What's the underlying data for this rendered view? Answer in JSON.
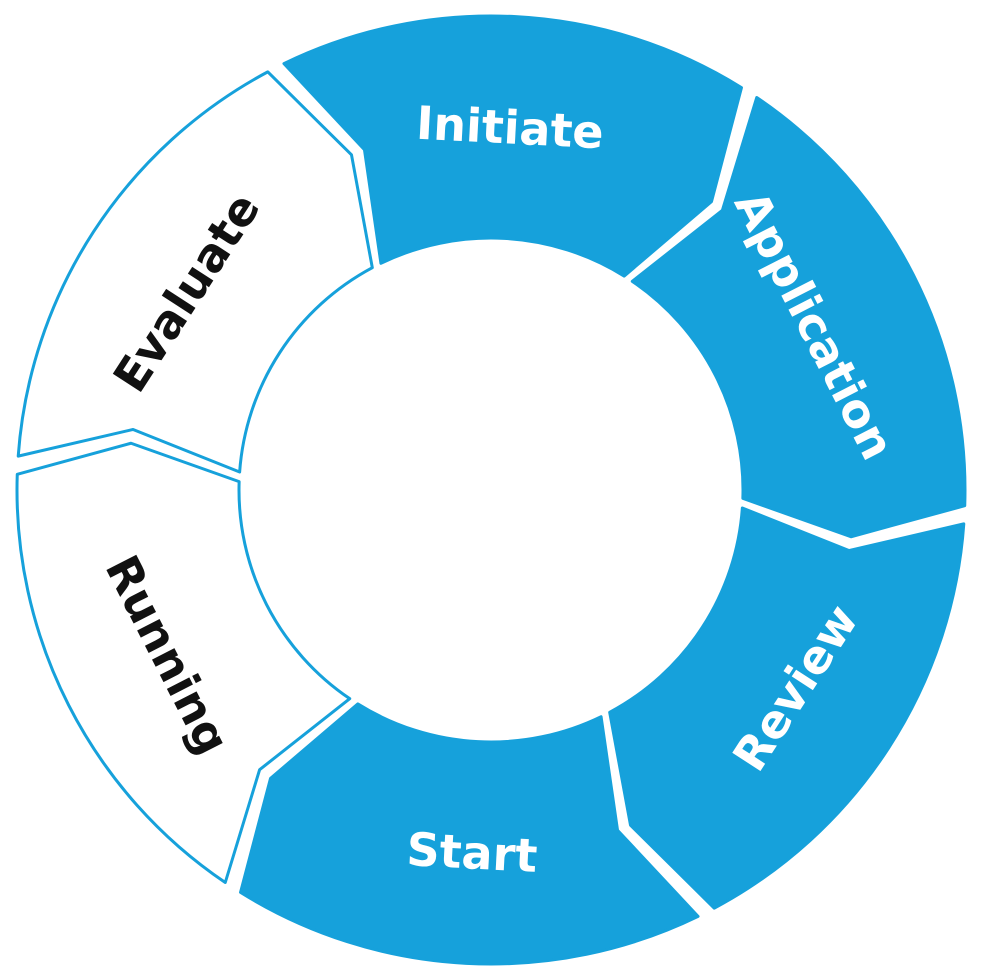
{
  "diagram": {
    "stages": [
      {
        "id": "initiate",
        "label": "Initiate",
        "filled": true
      },
      {
        "id": "application",
        "label": "Application",
        "filled": true
      },
      {
        "id": "review",
        "label": "Review",
        "filled": true
      },
      {
        "id": "start",
        "label": "Start",
        "filled": true
      },
      {
        "id": "running",
        "label": "Running",
        "filled": false
      },
      {
        "id": "evaluate",
        "label": "Evaluate",
        "filled": false
      }
    ],
    "colors": {
      "accent": "#16A1DB",
      "filled_text": "#FFFFFF",
      "outline_text": "#111111",
      "background": "#FFFFFF"
    }
  }
}
